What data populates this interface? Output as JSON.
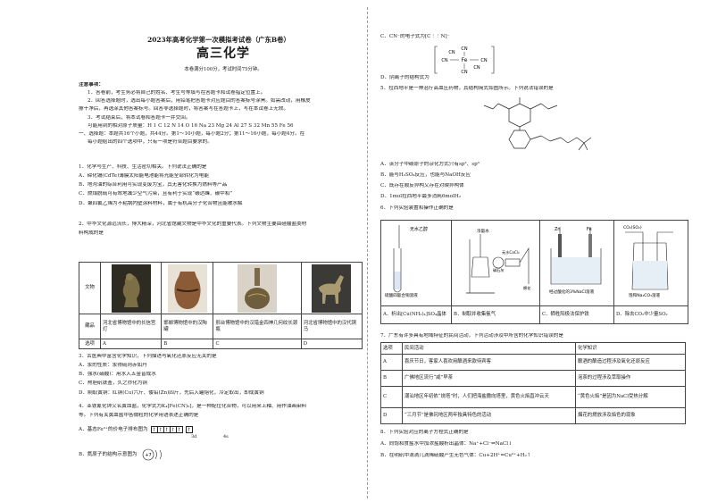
{
  "header": {
    "title": "2023年高考化学第一次模拟考试卷（广东B卷）",
    "subject": "高三化学",
    "score_line": "本卷满分100分，考试时间75分钟。"
  },
  "notes": {
    "heading": "注意事项：",
    "lines": [
      "1．答卷前，考生务必将自己的姓名、考生号等填写在答题卡和试卷指定位置上。",
      "2．回答选择题时，选出每小题答案后，用铅笔把答题卡对应题目的答案标号涂黑。如需改动，用橡皮",
      "擦干净后，再选涂其他答案标号。回答非选择题时，将答案写在答题卡上，写在本试卷上无效。",
      "3．考试结束后，将本试卷和答题卡一并交回。",
      "可能用到的相对原子质量：H 1   C 12   N 14   O 16   Na 23   Mg 24   Al 27   S 32   Mn 55   Fe 56",
      "一、选择题：本题共16个小题，共44分。第1～10小题，每小题2分；第11～16小题，每小题4分。在",
      "每小题给出的四个选项中，只有一项是符合题目要求的。"
    ]
  },
  "q1": {
    "stem": "1．化学与生产、科技、生活密切相关。下列说法正确的是",
    "options": [
      "A．碲化镉(CdTe)薄膜太阳能电池能将光能全部转化为电能",
      "B．地沟油的综合利用可实现变废为宝，其无害化转换为燃料等产品",
      "C．燃煤脱硫可有效地减少空气污染，且有利于实现“碳达峰、碳中和”",
      "D．聚四氟乙烯为不粘锅内壁涂料材料，属于有机高分子化合物且能被水解"
    ]
  },
  "q2": {
    "stem1": "2．中华文化源远流长，博大精深，河北省馆藏文物是中华文化的重要代表。下列文物主要由硅酸盐类材",
    "stem2": "料构成的是",
    "row_label_relic": "文物",
    "row_label_name": "藏品",
    "row_label_option": "选项",
    "names": [
      "河北省博物馆中的长信宫灯",
      "邯郸博物馆中的汉陶罐",
      "邢台博物馆中的汉错金四神几何纹长颈瓶",
      "河北省博物馆中的汉代铜马"
    ],
    "options": [
      "A",
      "B",
      "C",
      "D"
    ]
  },
  "q3": {
    "stem": "3．古医典中富含化学知识，下列描述与氧化还原反应无关的是",
    "options": [
      "A．汞的性质：汞得硫则赤如丹",
      "B．强水(硝酸)：用水入五金皆成水",
      "C．熬胆矾铁釜，久之亦化为铜",
      "D．制取黄铜：红铜(Cu)六斤、倭铅(Zn)四斤，先后入罐熔化，冷定取出，即成黄铜"
    ]
  },
  "q4": {
    "stem1": "4．亚铁氰化钾又名黄血盐，化学式为K₄[Fe(CN)₆]，是一种配位化合物，可以用来上釉、用作油画染料",
    "stem2": "等。下列有关黄血盐中各微粒的化学用语表述正确的是",
    "optA": "A．基态Fe²⁺的价电子排布图为",
    "orb_label_3d": "3d",
    "orb_label_4s": "4s",
    "optB": "B．氮原子的结构示意图为",
    "optC": "C．CN⁻的电子式为[C⋮⋮N]⁻",
    "optD": "D．阴离子的结构式为",
    "nucleus": "+7",
    "ligand": "CN",
    "center": "Fe"
  },
  "q5": {
    "stem": "5．拉西地平是一种治疗高血压药物，其结构简式如图所示。下列说法错误的是",
    "options": [
      "A．该分子中碳原子的杂化方式只有sp²、sp³",
      "B．能与H₂SO₄反应，也能与NaOH反应",
      "C．既存在顺反异构又存在对映异构体",
      "D．1mol拉西地平最多消耗6molH₂"
    ]
  },
  "q6": {
    "stem": "6．下列实验装置和操作正确的是",
    "labels": [
      "无水乙醇",
      "硫酸四氨合铜溶液",
      "浓氨水",
      "碱石灰",
      "无水CaCl₂",
      "棉花",
      "Zn",
      "Fe",
      "经过酸化的3%NaCl溶液",
      "CO₂(SO₂)",
      "饱和Na₂CO₃溶液"
    ],
    "options": [
      "A．析出[Cu(NH₃)₄]SO₄晶体",
      "B．制取并收集氨气",
      "C．牺牲阳极法保护铁",
      "D．除去CO₂中少量SO₂"
    ]
  },
  "q7": {
    "stem": "7．广东有许多具有地域特征的民间活动，下列活动涉及中所含的化学知识错误的是",
    "headers": [
      "选项",
      "民间活动",
      "化学知识"
    ],
    "rows": [
      [
        "A",
        "喜庆节日，客家人喜欢用酿酒来款待宾客",
        "酿酒的酿造过程涉及氧化还原反应"
      ],
      [
        "B",
        "广佛地区流行“咸”早茶",
        "泡茶的过程涉及萃取操作"
      ],
      [
        "C",
        "潮汕地区年初依“烧塔”时，人们把海盐撒向塔里，黄色火焰直冲云天",
        "“黄色火焰”是因为NaCl受热分解"
      ],
      [
        "D",
        "“三月节”是佛冈地区两年独具特色的活动",
        "烟花的燃放涉及焰色的现象"
      ]
    ]
  },
  "q8": {
    "stem": "8．下列实验对应的离子方程式正确的是",
    "options": [
      "A．向饱和食盐水中加浓盐酸析出晶体：Na⁺+Cl⁻⇌NaCl↓",
      "B．在明矾中滴滴几滴稀硫酸产生无色气体：Cu+2H⁺=Cu²⁺+H₂↑"
    ]
  },
  "colors": {
    "text": "#1a1a1a",
    "border": "#444444",
    "divider": "#9a9a9a"
  }
}
